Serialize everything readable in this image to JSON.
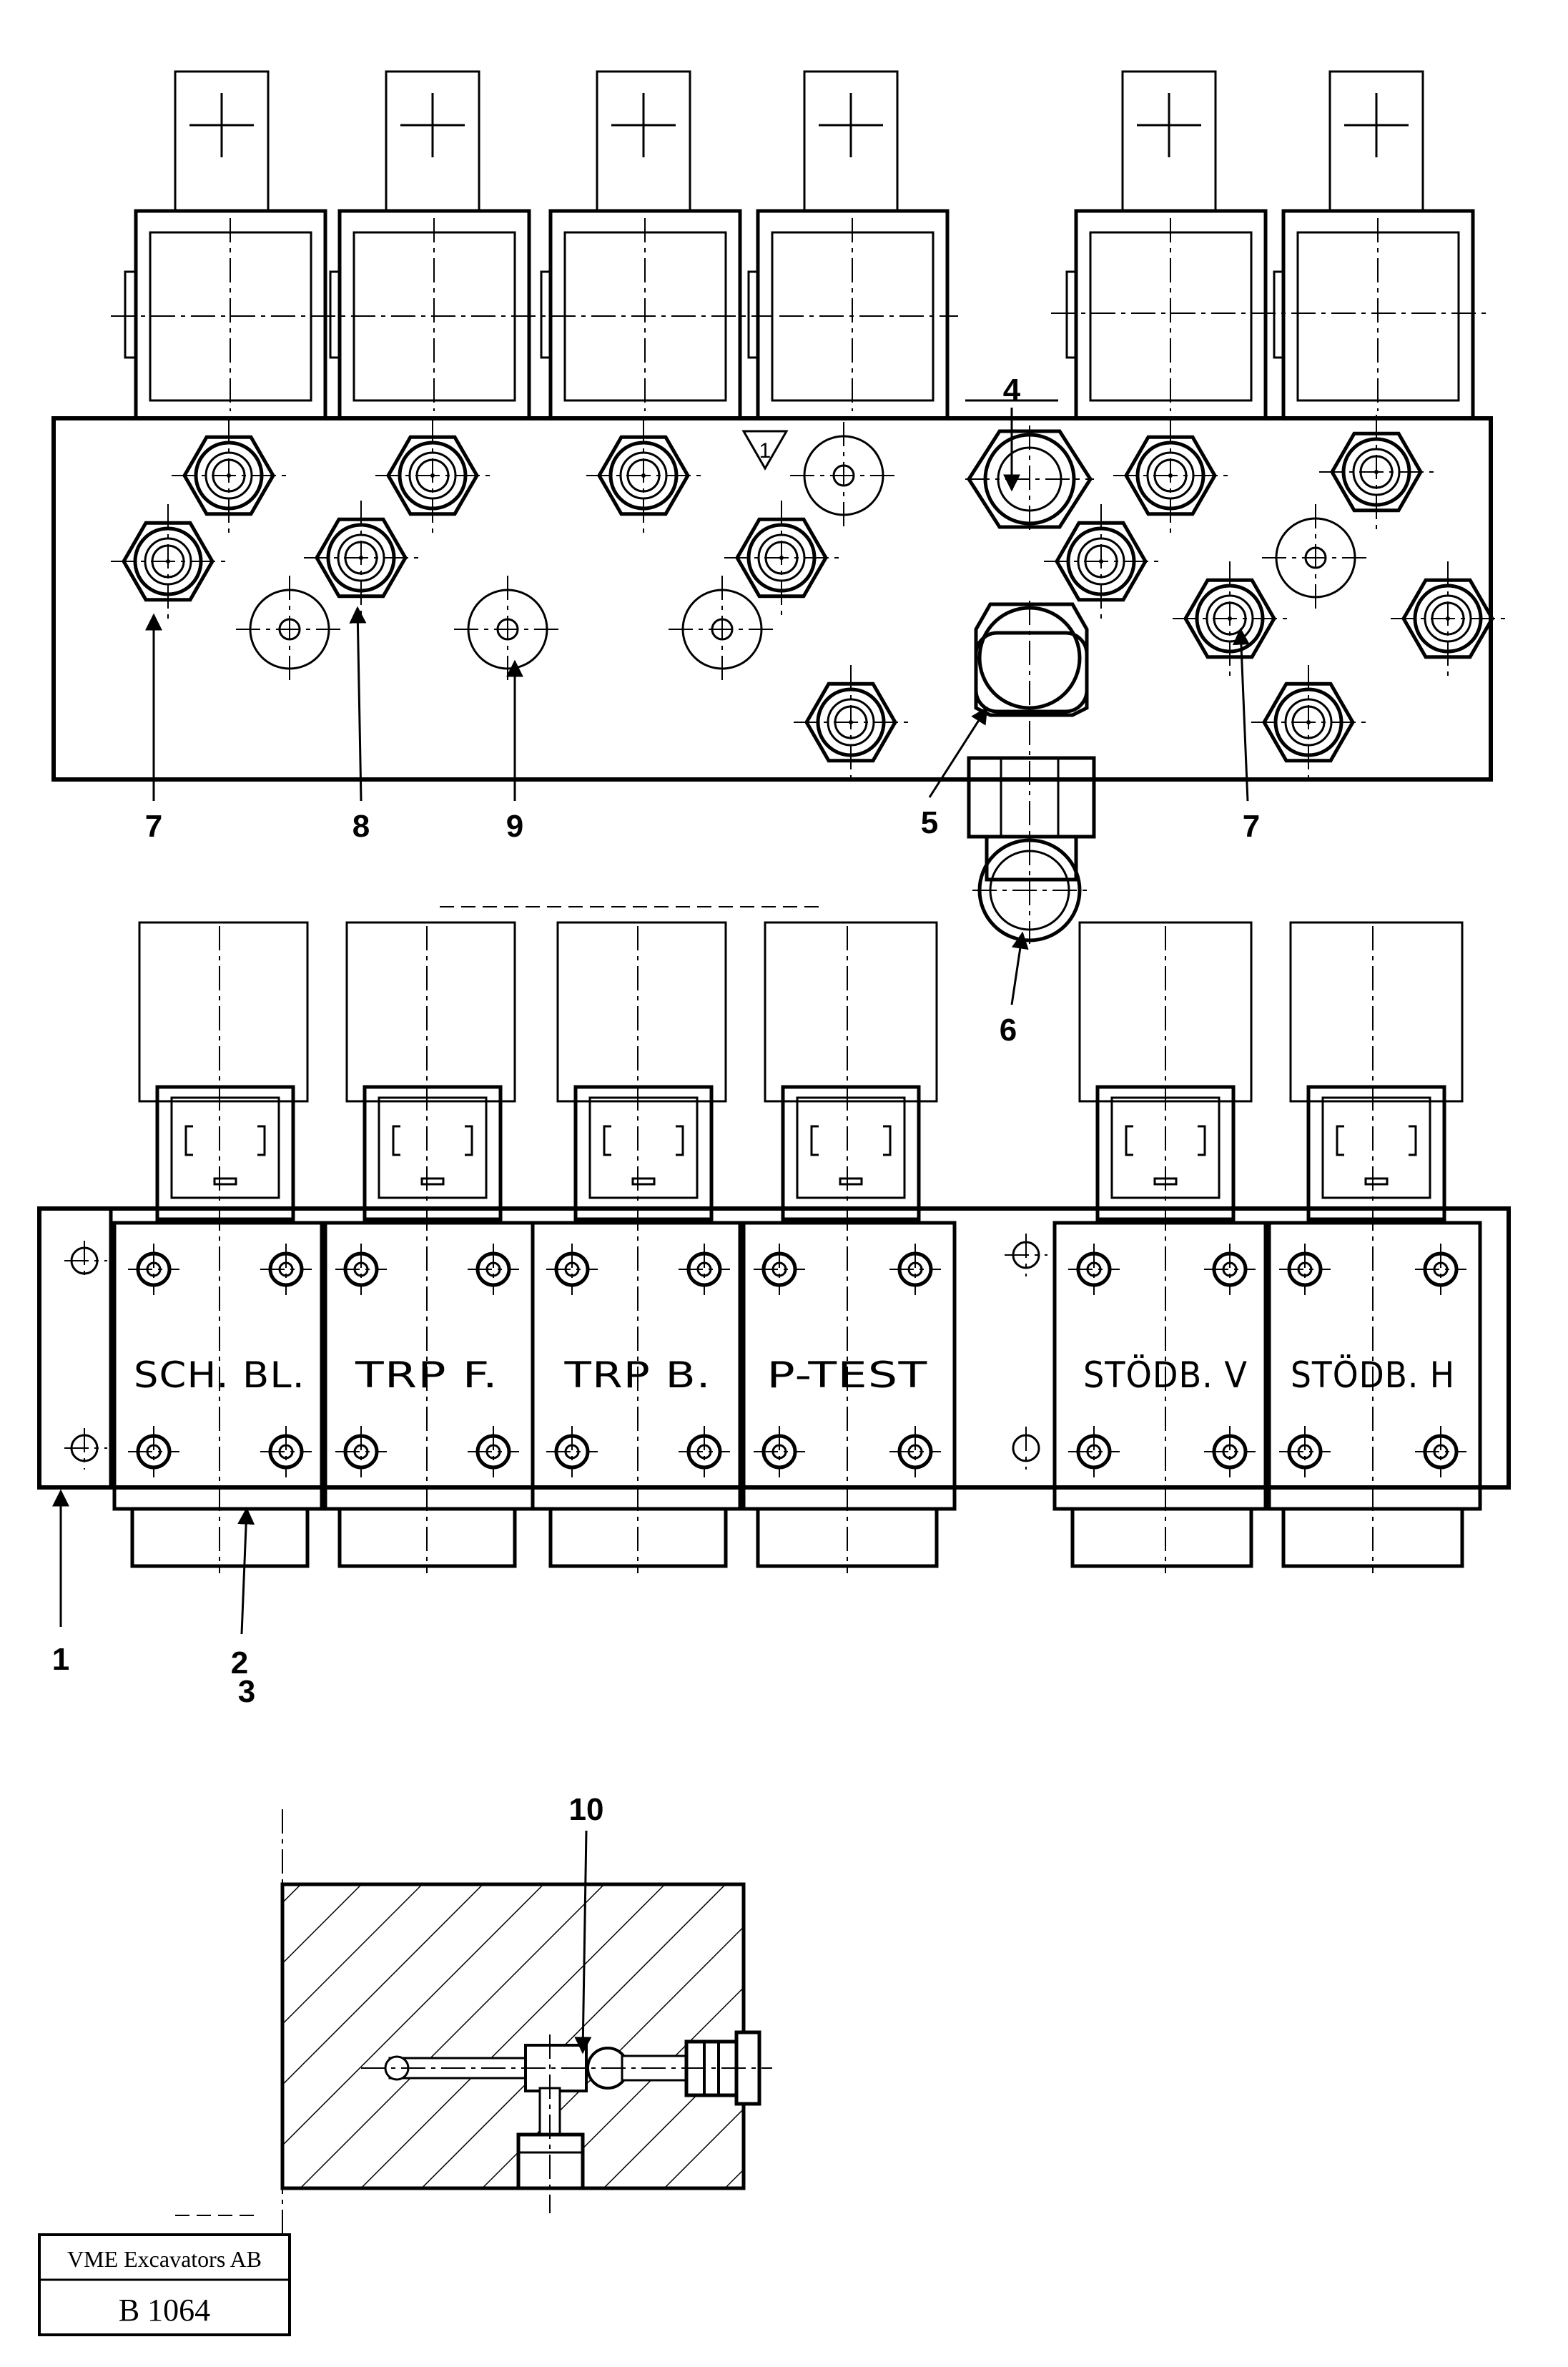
{
  "drawing": {
    "callouts": [
      "1",
      "2",
      "3",
      "4",
      "5",
      "6",
      "7",
      "7",
      "8",
      "9",
      "10"
    ],
    "revision_mark": "1",
    "coil_labels": [
      "SCH. BL.",
      "TRP  F.",
      "TRP  B.",
      "P-TEST",
      "STÖDB. V",
      "STÖDB. H"
    ]
  },
  "title_block": {
    "company": "VME Excavators AB",
    "code": "B 1064"
  }
}
